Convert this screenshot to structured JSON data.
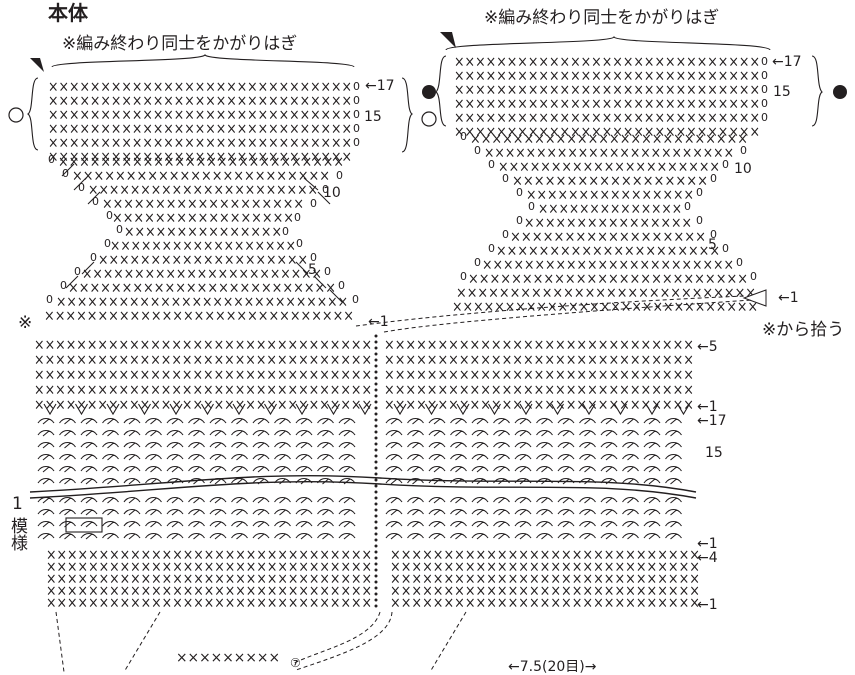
{
  "title": "本体",
  "note_left": "※編み終わり同士をかがりはぎ",
  "note_right": "※編み終わり同士をかがりはぎ",
  "pickup_label": "※から拾う",
  "asterisk": "※",
  "pattern_label": {
    "number": "1",
    "text": "模様"
  },
  "gauge_label": "←7.5(20目)→",
  "circle_label": "⑦",
  "left_labels": [
    {
      "text": "←17"
    },
    {
      "text": "15"
    },
    {
      "text": "10"
    },
    {
      "text": "5"
    },
    {
      "text": "←1"
    }
  ],
  "right_labels": [
    {
      "text": "←17"
    },
    {
      "text": "15"
    },
    {
      "text": "10"
    },
    {
      "text": "5"
    },
    {
      "text": "←1"
    }
  ],
  "body_labels": [
    {
      "text": "←5"
    },
    {
      "text": "←1"
    },
    {
      "text": "←17"
    },
    {
      "text": "15"
    },
    {
      "text": "←1"
    },
    {
      "text": "←4"
    },
    {
      "text": "←1"
    }
  ],
  "symbols": {
    "sc": "×",
    "ch": "0",
    "arrow": "→"
  },
  "colors": {
    "ink": "#231f20",
    "filled": "#231f20",
    "open": "#ffffff"
  }
}
